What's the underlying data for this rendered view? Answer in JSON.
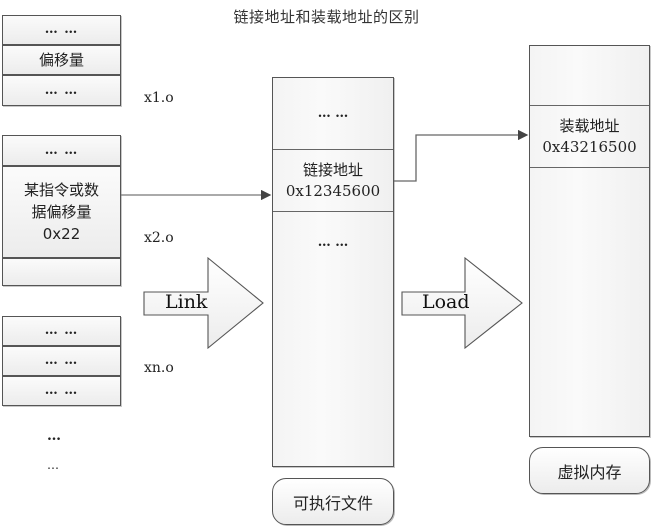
{
  "title": "链接地址和装载地址的区别",
  "objects": [
    {
      "name": "x1.o",
      "cells": [
        "… …",
        "偏移量",
        "… …"
      ]
    },
    {
      "name": "x2.o",
      "cells": [
        "… …",
        "某指令或数\n据偏移量\n0x22",
        ""
      ]
    },
    {
      "name": "xn.o",
      "cells": [
        "… …",
        "… …",
        "… …"
      ]
    }
  ],
  "more_dots": [
    "…",
    "…"
  ],
  "executable": {
    "segments": [
      "… …",
      "链接地址",
      "0x12345600",
      "… …"
    ],
    "label": "可执行文件"
  },
  "memory": {
    "segments": [
      "",
      "装载地址",
      "0x43216500",
      ""
    ],
    "label": "虚拟内存"
  },
  "arrows": {
    "link": "Link",
    "load": "Load"
  },
  "colors": {
    "border": "#555555",
    "fill": "#f2f2f2",
    "line": "#666666"
  }
}
